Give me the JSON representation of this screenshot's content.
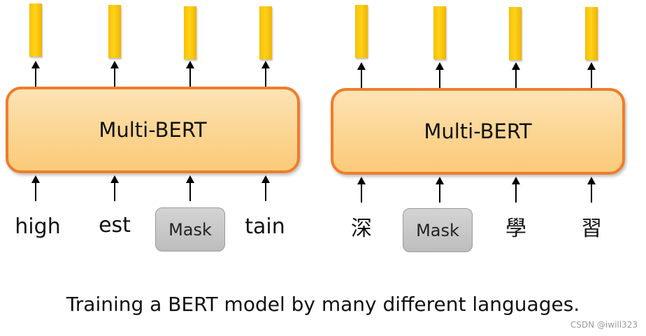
{
  "left": {
    "model_label": "Multi-BERT",
    "tokens": [
      "high",
      "est",
      "Mask",
      "tain"
    ]
  },
  "right": {
    "model_label": "Multi-BERT",
    "tokens": [
      "深",
      "Mask",
      "學",
      "習"
    ]
  },
  "caption": "Training a BERT model by many different languages.",
  "watermark": "CSDN @iwill323",
  "colors": {
    "model_fill": "#fbd592",
    "model_border": "#ee7d2a",
    "vector_fill": "#ffd21a",
    "mask_fill": "#c8c8c8"
  }
}
